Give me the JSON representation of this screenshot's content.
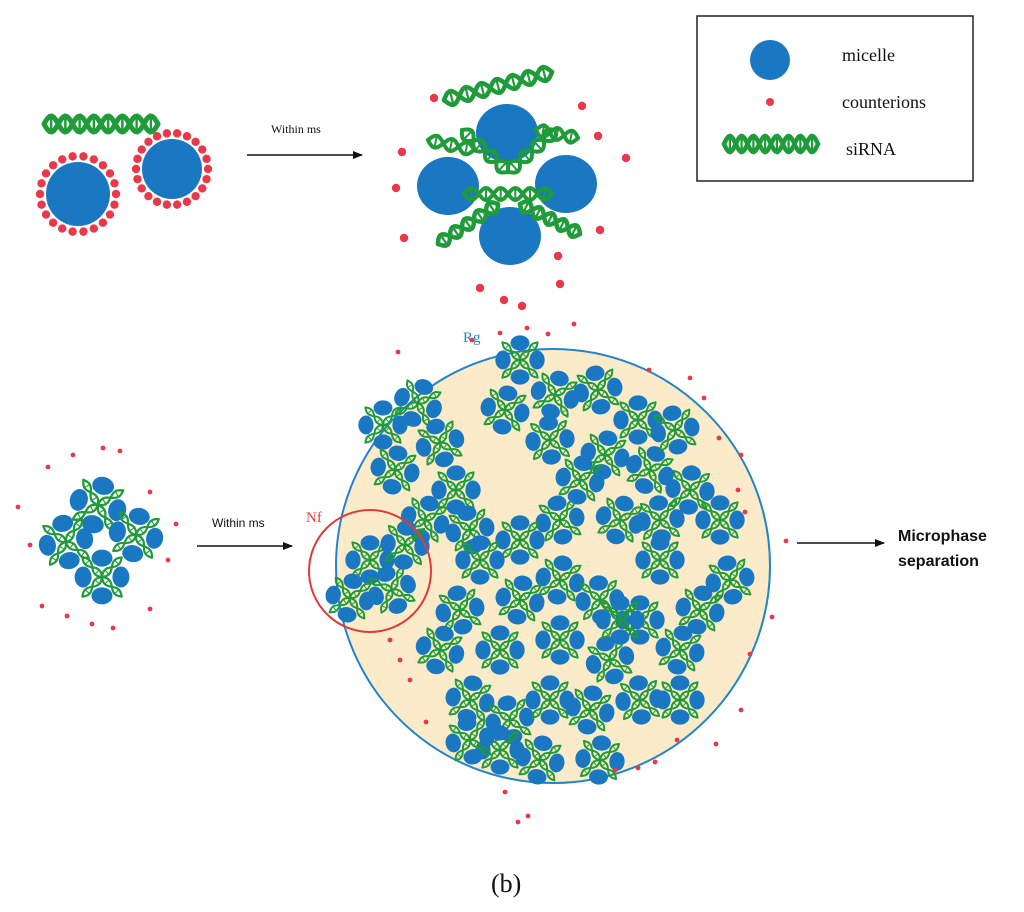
{
  "colors": {
    "micelle": "#1a78c2",
    "counterion": "#e8384a",
    "sirna": "#1f9b3a",
    "aggregate_fill": "#fcebc8",
    "rg_circle": "#2384c9",
    "nf_circle": "#e03a3a",
    "arrow": "#111111"
  },
  "legend": {
    "items": [
      {
        "label": "micelle",
        "icon": "micelle-icon"
      },
      {
        "label": "counterions",
        "icon": "counterion-icon"
      },
      {
        "label": "siRNA",
        "icon": "sirna-icon"
      }
    ]
  },
  "top_row": {
    "arrow_label": "Within ms"
  },
  "bottom_row": {
    "arrow_label": "Within ms",
    "rg_label": "Rg",
    "nf_label": "Nf",
    "outcome_line1": "Microphase",
    "outcome_line2": "separation"
  },
  "panel_label": "(b)"
}
